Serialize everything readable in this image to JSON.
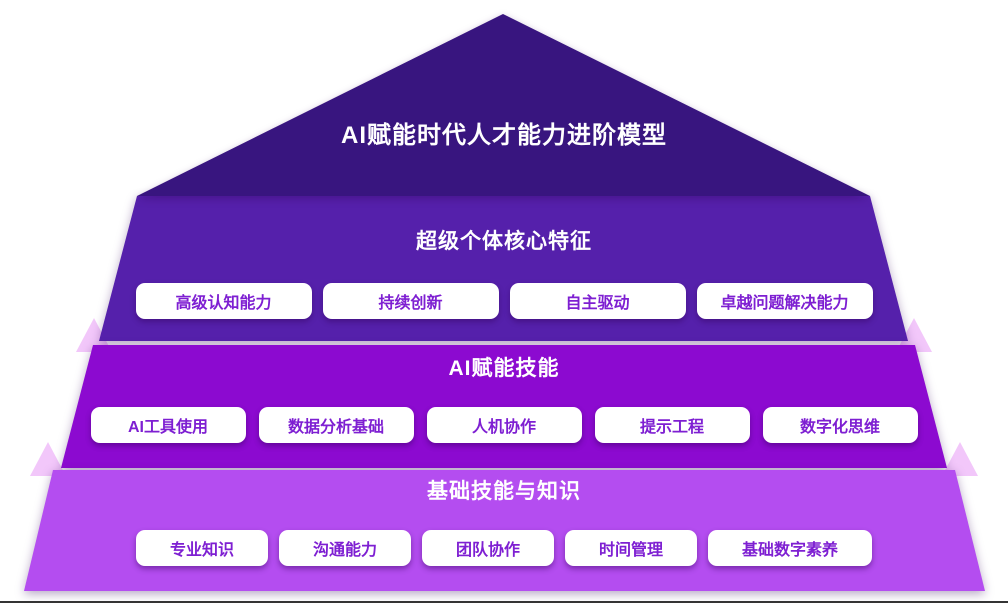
{
  "title": "AI赋能时代人才能力进阶模型",
  "tiers": [
    {
      "label": "超级个体核心特征",
      "items": [
        "高级认知能力",
        "持续创新",
        "自主驱动",
        "卓越问题解决能力"
      ]
    },
    {
      "label": "AI赋能技能",
      "items": [
        "AI工具使用",
        "数据分析基础",
        "人机协作",
        "提示工程",
        "数字化思维"
      ]
    },
    {
      "label": "基础技能与知识",
      "items": [
        "专业知识",
        "沟通能力",
        "团队协作",
        "时间管理",
        "基础数字素养"
      ]
    }
  ],
  "colors": {
    "roof": "#38157f",
    "tier2": "#5520ab",
    "tier3": "#8c0ad0",
    "tier4": "#b44df0",
    "accent-pink": "#f2c7fa",
    "pill-bg": "#ffffff",
    "pill-text": "#7e1fd2",
    "title-text": "#ffffff",
    "baseline": "#343434"
  }
}
